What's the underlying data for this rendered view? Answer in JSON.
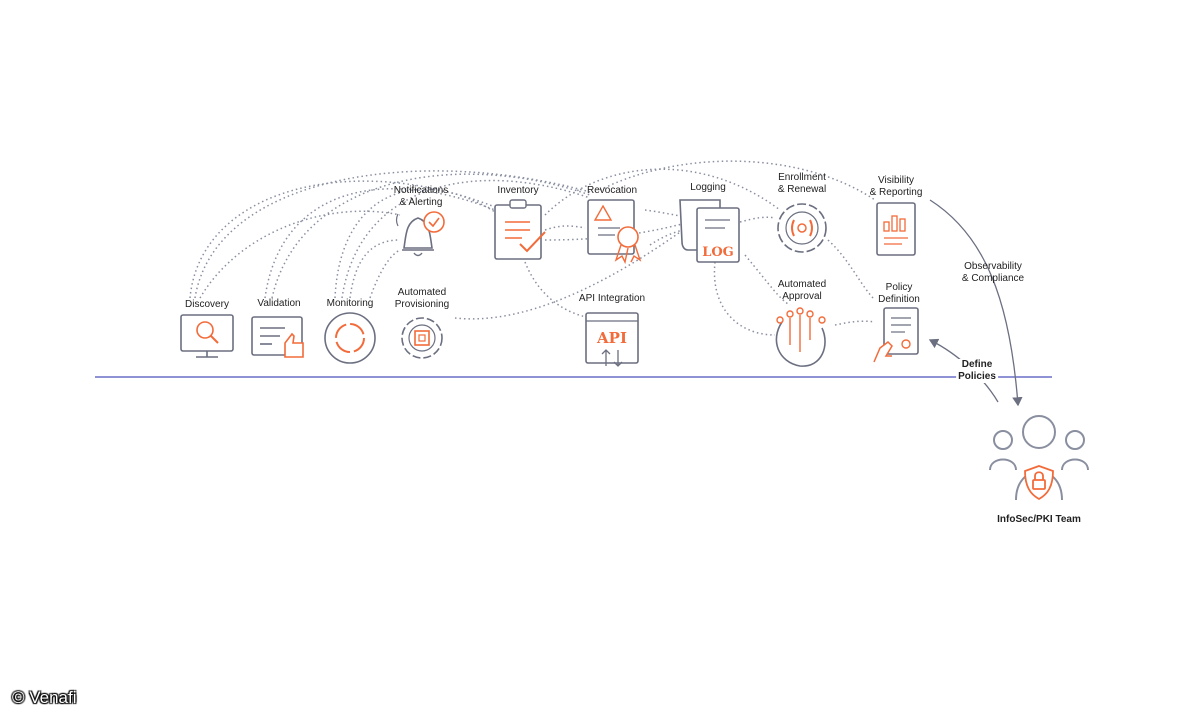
{
  "labels": {
    "discovery": "Discovery",
    "validation": "Validation",
    "monitoring": "Monitoring",
    "automated_provisioning": [
      "Automated",
      "Provisioning"
    ],
    "notifications_alerting": [
      "Notifications",
      "& Alerting"
    ],
    "inventory": "Inventory",
    "revocation": "Revocation",
    "api_integration": "API Integration",
    "logging": "Logging",
    "enrollment_renewal": [
      "Enrollment",
      "& Renewal"
    ],
    "automated_approval": [
      "Automated",
      "Approval"
    ],
    "visibility_reporting": [
      "Visibility",
      "& Reporting"
    ],
    "policy_definition": [
      "Policy",
      "Definition"
    ],
    "observability_compliance": [
      "Observability",
      "& Compliance"
    ],
    "define_policies": [
      "Define",
      "Policies"
    ],
    "infosec_team": "InfoSec/PKI Team"
  },
  "icon_text": {
    "api": "API",
    "log": "LOG"
  },
  "copyright": "© Venafi",
  "colors": {
    "accent": "#f26b3a",
    "icon_gray": "#6b6f80",
    "dotted": "#8a8fa0",
    "baseline": "#8f93d6"
  }
}
